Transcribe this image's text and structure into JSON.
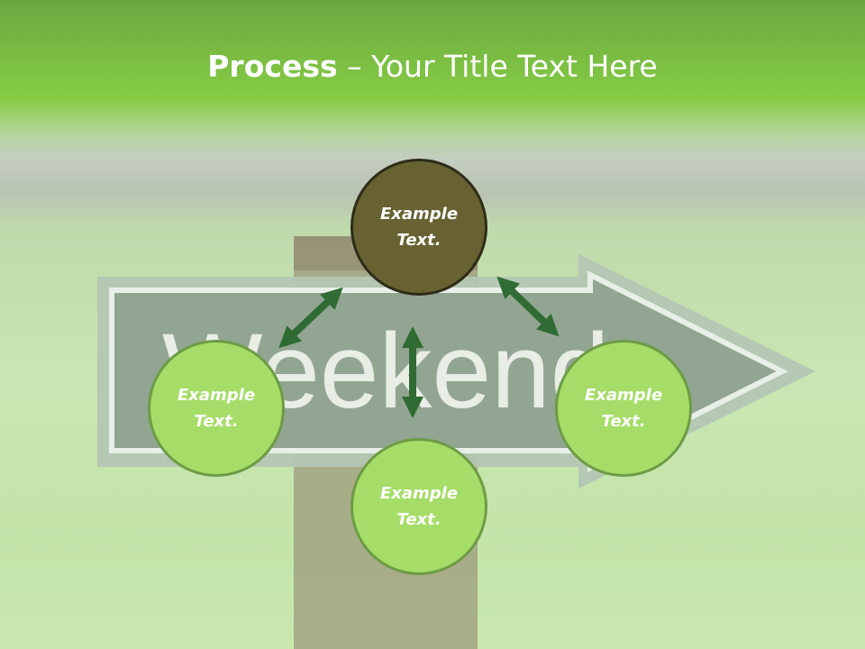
{
  "title": {
    "bold": "Process",
    "rest": " – Your Title Text Here"
  },
  "background": {
    "sign_text": "Weekend"
  },
  "nodes": {
    "top": "Example\nText.",
    "left": "Example\nText.",
    "right": "Example\nText.",
    "bottom": "Example\nText."
  },
  "colors": {
    "header_green": "#86cc45",
    "node_top_fill": "#686233",
    "node_green_fill": "#a5dd68",
    "arrow_green": "#2f6b32"
  }
}
